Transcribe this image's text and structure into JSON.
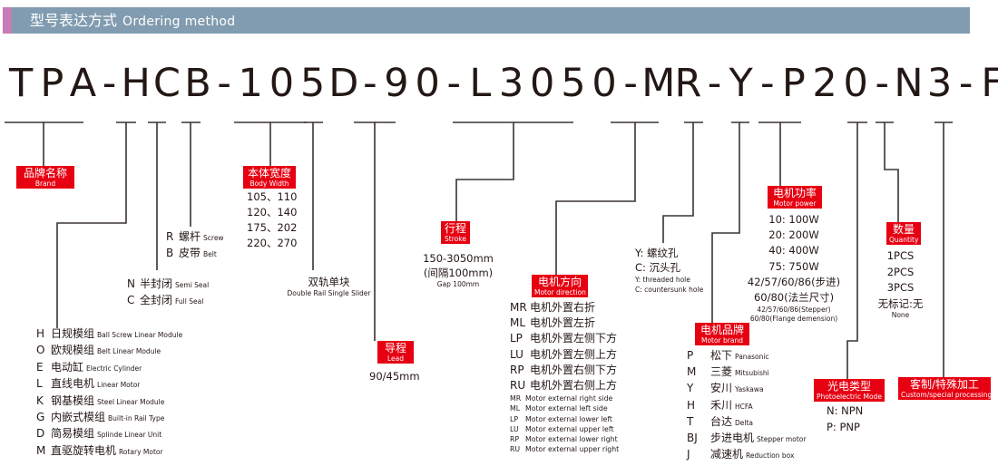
{
  "header": {
    "title_zh": "型号表达方式",
    "title_en": "Ordering method"
  },
  "model_code": [
    "T",
    "P",
    "A",
    "-",
    "H",
    "C",
    "B",
    "-",
    "1",
    "0",
    "5",
    "D",
    "-",
    "9",
    "0",
    "-",
    "L",
    "3",
    "0",
    "5",
    "0",
    "-",
    "M",
    "R",
    "-",
    "Y",
    "-",
    "P",
    "2",
    "0",
    "-",
    "N",
    "3",
    "-",
    "F"
  ],
  "brand": {
    "label_zh": "品牌名称",
    "label_en": "Brand"
  },
  "module_type": {
    "items": [
      {
        "code": "H",
        "zh": "日规模组",
        "en": "Ball Screw Linear Module"
      },
      {
        "code": "O",
        "zh": "欧规模组",
        "en": "Belt Linear Module"
      },
      {
        "code": "E",
        "zh": "电动缸",
        "en": "Electric Cylinder"
      },
      {
        "code": "L",
        "zh": "直线电机",
        "en": "Linear Motor"
      },
      {
        "code": "K",
        "zh": "钢基模组",
        "en": "Steel Linear Module"
      },
      {
        "code": "G",
        "zh": "内嵌式模组",
        "en": "Built-in Rail Type"
      },
      {
        "code": "D",
        "zh": "简易模组",
        "en": "Splinde Linear Unit"
      },
      {
        "code": "M",
        "zh": "直驱旋转电机",
        "en": "Rotary Motor"
      }
    ]
  },
  "seal": {
    "items": [
      {
        "code": "N",
        "zh": "半封闭",
        "en": "Semi Seal"
      },
      {
        "code": "C",
        "zh": "全封闭",
        "en": "Full Seal"
      }
    ]
  },
  "drive": {
    "items": [
      {
        "code": "R",
        "zh": "螺杆",
        "en": "Screw"
      },
      {
        "code": "B",
        "zh": "皮带",
        "en": "Belt"
      }
    ]
  },
  "body_width": {
    "label_zh": "本体宽度",
    "label_en": "Body Width",
    "values": [
      "105、110",
      "120、140",
      "175、202",
      "220、270"
    ]
  },
  "slider": {
    "zh": "双轨单块",
    "en": "Double Rail Single Slider"
  },
  "lead": {
    "label_zh": "导程",
    "label_en": "Lead",
    "value": "90/45mm"
  },
  "stroke": {
    "label_zh": "行程",
    "label_en": "Stroke",
    "range": "150-3050mm",
    "gap_zh": "(间隔100mm)",
    "gap_en": "Gap 100mm"
  },
  "motor_direction": {
    "label_zh": "电机方向",
    "label_en": "Motor direction",
    "items": [
      {
        "code": "MR",
        "zh": "电机外置右折",
        "en": "Motor external right side"
      },
      {
        "code": "ML",
        "zh": "电机外置左折",
        "en": "Motor external left side"
      },
      {
        "code": "LP",
        "zh": "电机外置左侧下方",
        "en": "Motor external lower left"
      },
      {
        "code": "LU",
        "zh": "电机外置左侧上方",
        "en": "Motor external upper left"
      },
      {
        "code": "RP",
        "zh": "电机外置右侧下方",
        "en": "Motor external lower right"
      },
      {
        "code": "RU",
        "zh": "电机外置右侧上方",
        "en": "Motor external upper right"
      }
    ]
  },
  "hole": {
    "items_zh": [
      "Y: 螺纹孔",
      "C: 沉头孔"
    ],
    "items_en": [
      "Y: threaded hole",
      "C: countersunk hole"
    ]
  },
  "motor_brand": {
    "label_zh": "电机品牌",
    "label_en": "Motor brand",
    "items": [
      {
        "code": "P",
        "zh": "松下",
        "en": "Panasonic"
      },
      {
        "code": "M",
        "zh": "三菱",
        "en": "Mitsubishi"
      },
      {
        "code": "Y",
        "zh": "安川",
        "en": "Yaskawa"
      },
      {
        "code": "H",
        "zh": "禾川",
        "en": "HCFA"
      },
      {
        "code": "T",
        "zh": "台达",
        "en": "Delta"
      },
      {
        "code": "BJ",
        "zh": "步进电机",
        "en": "Stepper motor"
      },
      {
        "code": "J",
        "zh": "减速机",
        "en": "Reduction box"
      }
    ]
  },
  "motor_power": {
    "label_zh": "电机功率",
    "label_en": "Motor power",
    "items": [
      "10: 100W",
      "20: 200W",
      "40: 400W",
      "75: 750W",
      "42/57/60/86(步进)",
      "60/80(法兰尺寸)"
    ],
    "notes_en": [
      "42/57/60/86(Stepper)",
      "60/80(Flange demension)"
    ]
  },
  "photoelectric": {
    "label_zh": "光电类型",
    "label_en": "Photoelectric Mode",
    "items": [
      "N: NPN",
      "P: PNP"
    ]
  },
  "quantity": {
    "label_zh": "数量",
    "label_en": "Quantity",
    "items": [
      "1PCS",
      "2PCS",
      "3PCS",
      "无标记:无"
    ],
    "note_en": "None"
  },
  "custom": {
    "label_zh": "客制/特殊加工",
    "label_en": "Custom/special processing"
  }
}
